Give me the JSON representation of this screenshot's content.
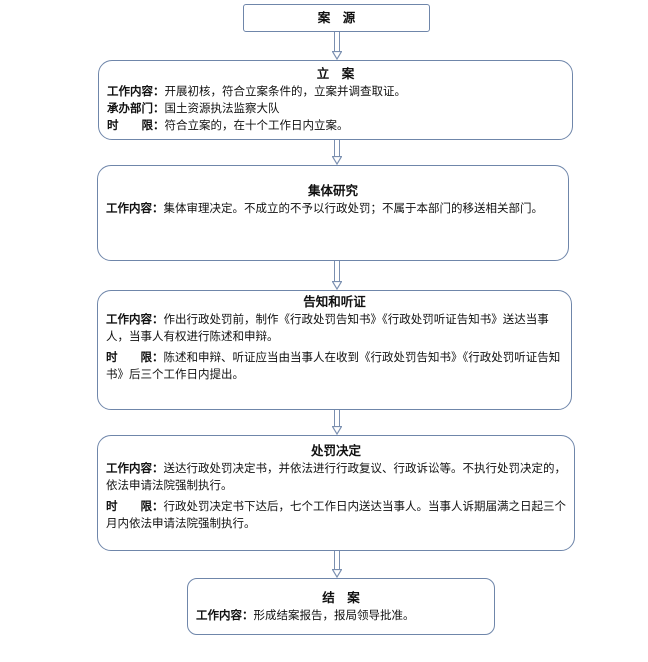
{
  "nodes": {
    "source": {
      "title": "案　源"
    },
    "filing": {
      "title": "立　案",
      "rows": [
        {
          "label": "工作内容：",
          "text": "开展初核，符合立案条件的，立案并调查取证。"
        },
        {
          "label": "承办部门：",
          "text": "国土资源执法监察大队"
        },
        {
          "label": "时　　限：",
          "text": "符合立案的，在十个工作日内立案。"
        }
      ]
    },
    "collective": {
      "title": "集体研究",
      "rows": [
        {
          "label": "工作内容：",
          "text": "集体审理决定。不成立的不予以行政处罚；不属于本部门的移送相关部门。"
        }
      ]
    },
    "notice": {
      "title": "告知和听证",
      "rows": [
        {
          "label": "工作内容：",
          "text": "作出行政处罚前，制作《行政处罚告知书》《行政处罚听证告知书》送达当事人，当事人有权进行陈述和申辩。"
        },
        {
          "label": "时　　限：",
          "text": "陈述和申辩、听证应当由当事人在收到《行政处罚告知书》《行政处罚听证告知书》后三个工作日内提出。"
        }
      ]
    },
    "decision": {
      "title": "处罚决定",
      "rows": [
        {
          "label": "工作内容：",
          "text": "送达行政处罚决定书，并依法进行行政复议、行政诉讼等。不执行处罚决定的，依法申请法院强制执行。"
        },
        {
          "label": "时　　限：",
          "text": "行政处罚决定书下达后，七个工作日内送达当事人。当事人诉期届满之日起三个月内依法申请法院强制执行。"
        }
      ]
    },
    "closing": {
      "title": "结　案",
      "rows": [
        {
          "label": "工作内容：",
          "text": "形成结案报告，报局领导批准。"
        }
      ]
    }
  },
  "colors": {
    "border": "#6f86aa",
    "arrow": "#7a8fb0"
  }
}
